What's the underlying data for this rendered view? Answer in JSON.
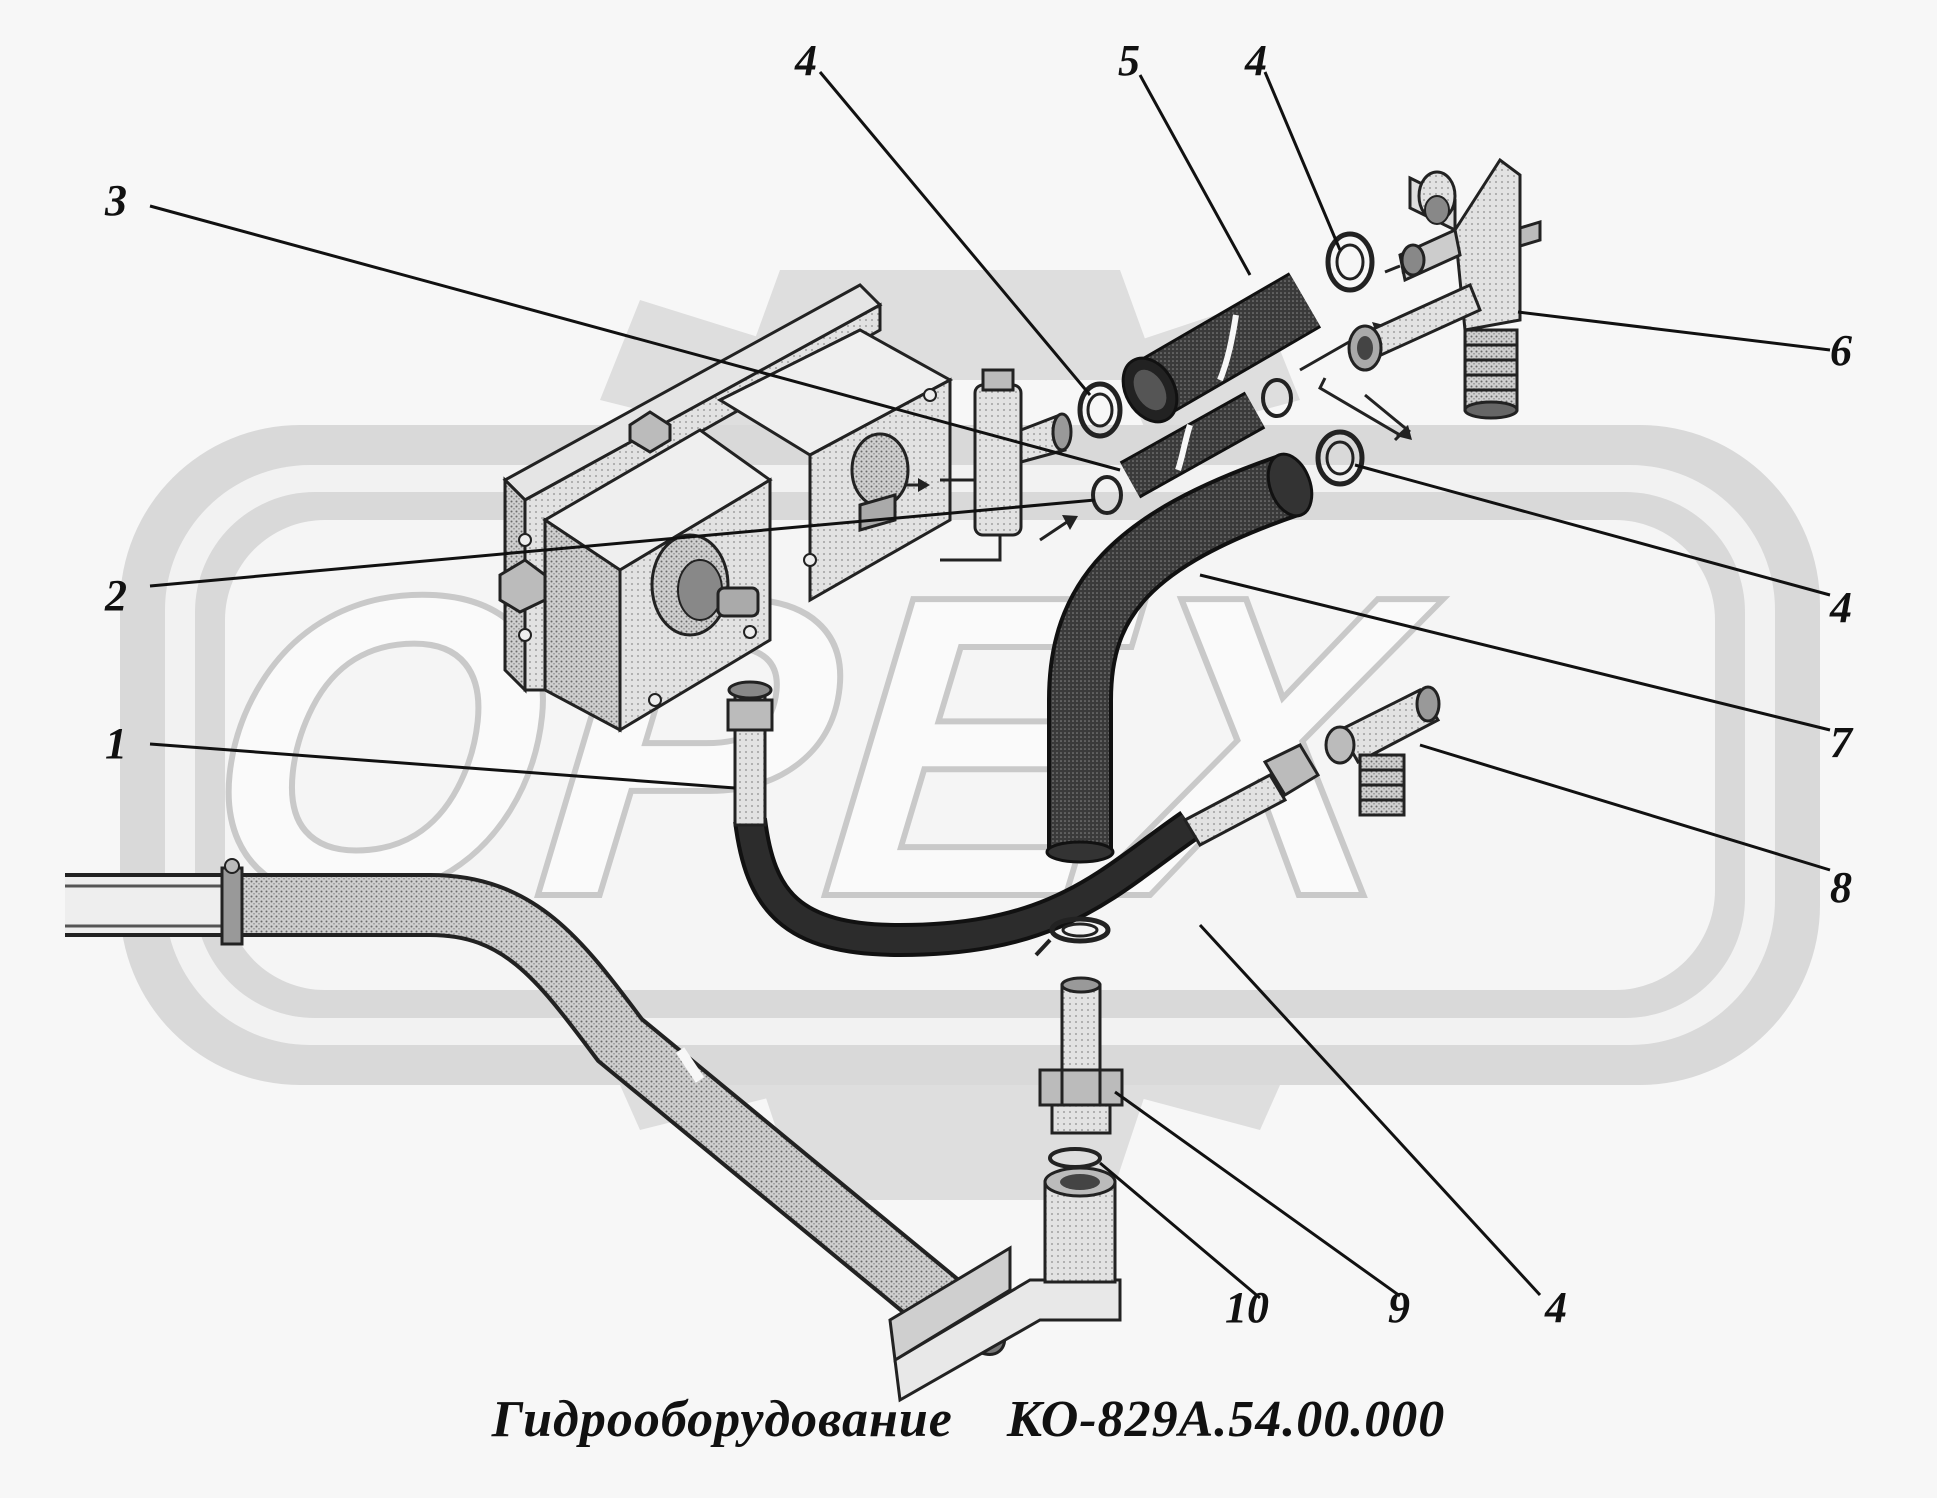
{
  "watermark": {
    "text": "OPEX"
  },
  "caption": {
    "title": "Гидрооборудование",
    "code": "КО-829А.54.00.000"
  },
  "callouts": {
    "n1": "1",
    "n2": "2",
    "n3": "3",
    "n4a": "4",
    "n4b": "4",
    "n4c": "4",
    "n4d": "4",
    "n5": "5",
    "n6": "6",
    "n7": "7",
    "n8": "8",
    "n9": "9",
    "n10": "10"
  }
}
